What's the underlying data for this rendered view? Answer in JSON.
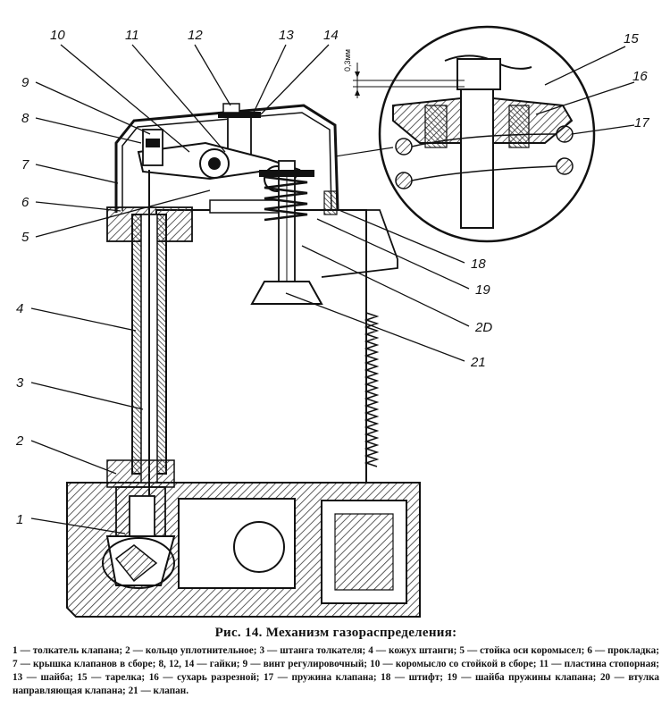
{
  "figure": {
    "callouts": [
      "1",
      "2",
      "3",
      "4",
      "5",
      "6",
      "7",
      "8",
      "9",
      "10",
      "11",
      "12",
      "13",
      "14",
      "15",
      "16",
      "17",
      "18",
      "19",
      "2D",
      "21"
    ],
    "gap_label": "0,3мм"
  },
  "caption": {
    "title": "Рис. 14. Механизм газораспределения:",
    "legend": "1 — толкатель клапана; 2 — кольцо уплотнительное; 3 — штанга толкателя; 4 — кожух штанги; 5 — стойка оси коромысел; 6 — прокладка; 7 — крышка клапанов в сборе; 8, 12, 14 — гайки; 9 — винт регулировочный; 10 — коромысло со стойкой в сборе; 11 — пластина стопорная; 13 — шайба; 15 — тарелка; 16 — сухарь разрезной; 17 — пружина клапана; 18 — штифт; 19 — шайба пружины клапана; 20 — втулка направляющая клапана; 21 — клапан."
  },
  "colors": {
    "ink": "#111111",
    "paper": "#ffffff",
    "hatch": "#555555"
  }
}
